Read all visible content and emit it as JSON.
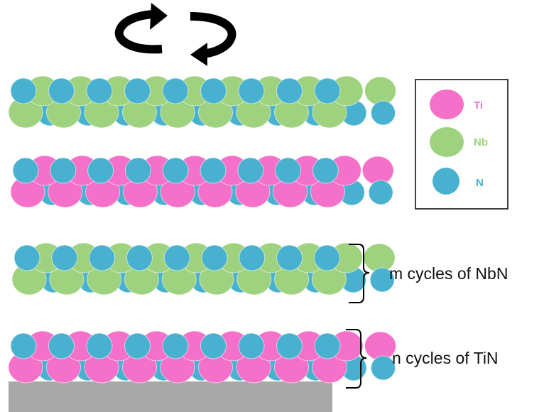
{
  "colors": {
    "Ti": "#f570c8",
    "Nb": "#9fd27f",
    "N": "#48b1d0",
    "substrate": "#a8a8a8",
    "arrow": "#000000"
  },
  "rotation_icon": "rotation-arrows-icon",
  "layers": [
    {
      "id": "nbn-layer-top",
      "metal": "Nb"
    },
    {
      "id": "tin-layer-middle",
      "metal": "Ti"
    },
    {
      "id": "nbn-layer-cycle",
      "metal": "Nb"
    },
    {
      "id": "tin-layer-bottom",
      "metal": "Ti"
    }
  ],
  "legend": {
    "items": [
      {
        "element": "Ti",
        "label": "Ti"
      },
      {
        "element": "Nb",
        "label": "Nb"
      },
      {
        "element": "N",
        "label": "N"
      }
    ]
  },
  "annotations": {
    "nbn_cycles": "m cycles of NbN",
    "tin_cycles": "n cycles of TiN"
  }
}
